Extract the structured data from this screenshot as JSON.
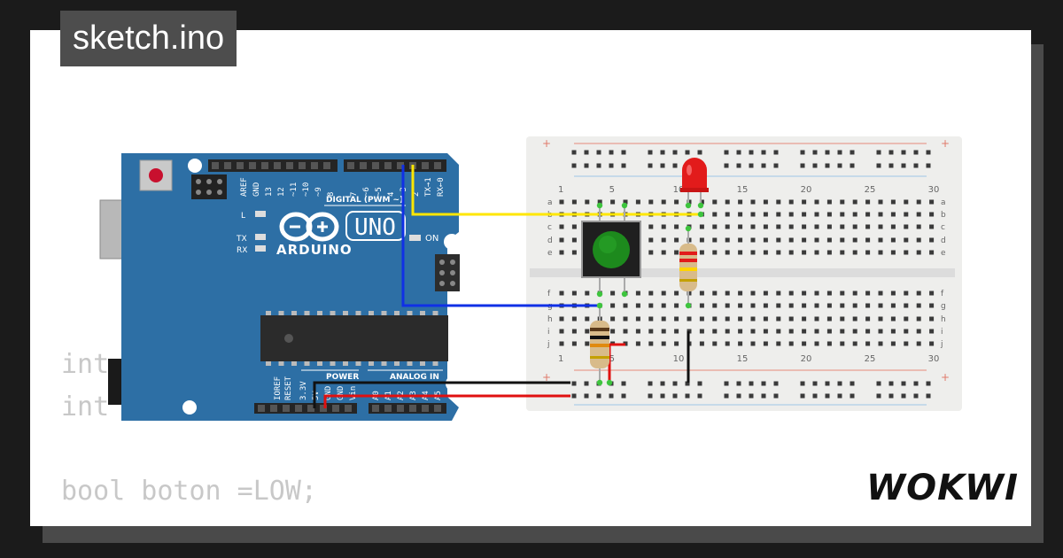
{
  "title": "sketch.ino",
  "brand": "WOKWI",
  "code_lines": [
    "int",
    "int",
    "bool boton =LOW;"
  ],
  "arduino": {
    "model": "UNO",
    "logo_text": "ARDUINO",
    "led_labels": [
      "L",
      "TX",
      "RX"
    ],
    "on_label": "ON",
    "digital_header": "DIGITAL (PWM ~)",
    "digital_pins": [
      "AREF",
      "GND",
      "13",
      "12",
      "~11",
      "~10",
      "~9",
      "8",
      "7",
      "~6",
      "~5",
      "4",
      "~3",
      "2",
      "TX→1",
      "RX←0"
    ],
    "power_header": "POWER",
    "power_pins": [
      "IOREF",
      "RESET",
      "3.3V",
      "5V",
      "GND",
      "GND",
      "Vin"
    ],
    "analog_header": "ANALOG IN",
    "analog_pins": [
      "A0",
      "A1",
      "A2",
      "A3",
      "A4",
      "A5"
    ]
  },
  "breadboard": {
    "column_labels": [
      "1",
      "5",
      "10",
      "15",
      "20",
      "25",
      "30"
    ],
    "row_labels_top": [
      "a",
      "b",
      "c",
      "d",
      "e"
    ],
    "row_labels_bottom": [
      "f",
      "g",
      "h",
      "i",
      "j"
    ],
    "rail_plus": "+"
  },
  "components": {
    "led_color": "#e21b1b",
    "button_color": "#1d8a1d"
  },
  "colors": {
    "wire_yellow": "#ffe600",
    "wire_blue": "#1030e6",
    "wire_black": "#111111",
    "wire_red": "#e01010",
    "board_blue": "#2d6fa5"
  }
}
